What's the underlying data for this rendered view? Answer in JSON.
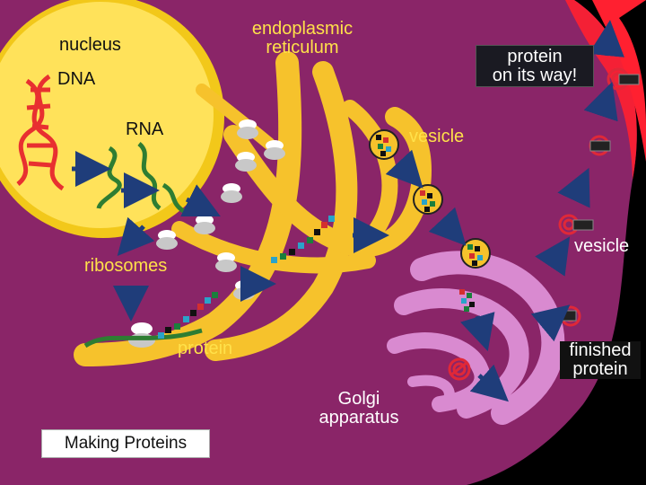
{
  "labels": {
    "nucleus": "nucleus",
    "dna": "DNA",
    "rna": "RNA",
    "er_line1": "endoplasmic",
    "er_line2": "reticulum",
    "ribosomes": "ribosomes",
    "protein": "protein",
    "vesicle_top": "vesicle",
    "vesicle_right": "vesicle",
    "protein_way_line1": "protein",
    "protein_way_line2": "on its way!",
    "finished_line1": "finished",
    "finished_line2": "protein",
    "golgi_line1": "Golgi",
    "golgi_line2": "apparatus",
    "title": "Making Proteins"
  },
  "colors": {
    "cytoplasm": "#8a2568",
    "nucleus": "#ffe25a",
    "nucleus_rim": "#f2c81a",
    "er": "#f6c22c",
    "golgi": "#d98ad0",
    "membrane": "#ff2030",
    "dna_strand": "#e83030",
    "rna_strand": "#2e7d32",
    "arrow": "#1f3d7a",
    "label_yellow": "#ffe14a",
    "label_white": "#ffffff"
  }
}
